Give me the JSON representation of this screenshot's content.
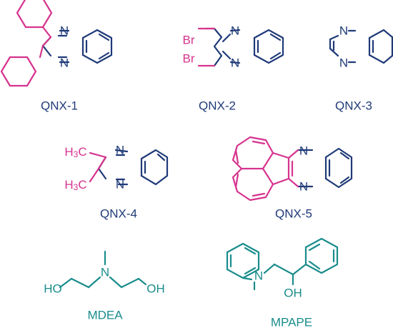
{
  "colors": {
    "core": "#1f3a78",
    "substituent": "#d6338e",
    "amine": "#1a8c8c",
    "background": "#ffffff"
  },
  "molecules": [
    {
      "label": "QNX-1",
      "atoms": {
        "n_top": "N",
        "n_bottom": "N"
      }
    },
    {
      "label": "QNX-2",
      "atoms": {
        "n_top": "N",
        "n_bottom": "N",
        "br_top": "Br",
        "br_bottom": "Br"
      }
    },
    {
      "label": "QNX-3",
      "atoms": {
        "n_top": "N",
        "n_bottom": "N"
      }
    },
    {
      "label": "QNX-4",
      "atoms": {
        "n_top": "N",
        "n_bottom": "N",
        "methyl_top": "H3C",
        "methyl_bottom": "H3C"
      }
    },
    {
      "label": "QNX-5",
      "atoms": {
        "n_top": "N",
        "n_bottom": "N"
      }
    },
    {
      "label": "MDEA",
      "atoms": {
        "n": "N",
        "oh_left": "HO",
        "oh_right": "OH"
      }
    },
    {
      "label": "MPAPE",
      "atoms": {
        "n": "N",
        "oh": "OH"
      }
    }
  ]
}
